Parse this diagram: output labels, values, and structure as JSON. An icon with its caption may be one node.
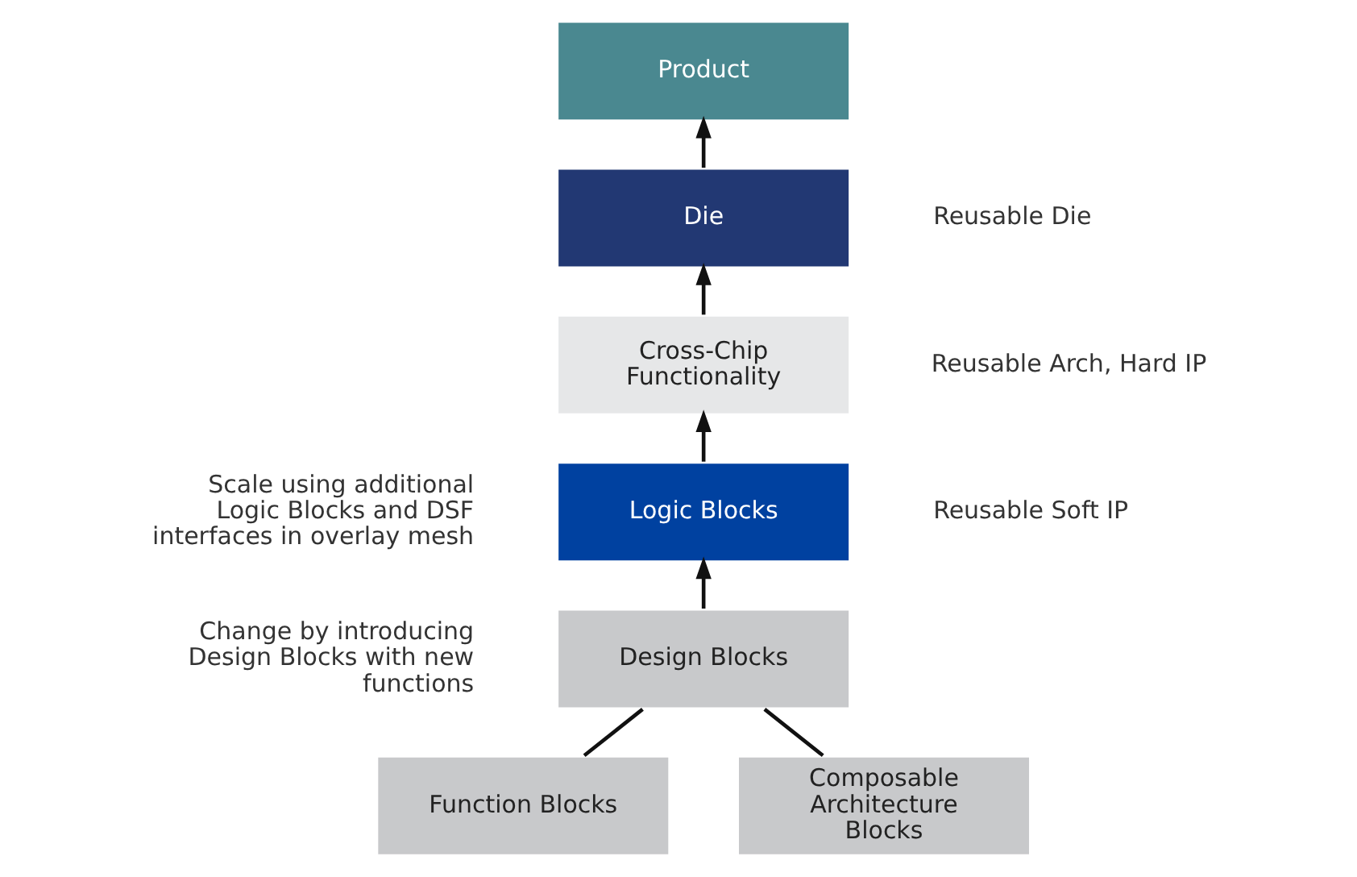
{
  "diagram": {
    "nodes": [
      {
        "text": [
          "Product"
        ]
      },
      {
        "text": [
          "Die"
        ]
      },
      {
        "text": [
          "Cross-Chip Functionality"
        ]
      },
      {
        "text": [
          "Logic Blocks"
        ]
      },
      {
        "text": [
          "Design Blocks"
        ]
      },
      {
        "text": [
          "Function Blocks"
        ]
      },
      {
        "text": [
          "Composable Architecture Blocks"
        ]
      }
    ],
    "edges": [
      {
        "from": 1,
        "to": 0,
        "arrow": "to"
      },
      {
        "from": 2,
        "to": 1,
        "arrow": "to"
      },
      {
        "from": 3,
        "to": 2,
        "arrow": "to"
      },
      {
        "from": 4,
        "to": 3,
        "arrow": "to"
      },
      {
        "from": 4,
        "to": 5,
        "arrow": "none"
      },
      {
        "from": 4,
        "to": 6,
        "arrow": "none"
      }
    ],
    "labels": [
      "Reusable Die",
      "Reusable Arch, Hard IP",
      "Reusable Soft IP",
      "Scale using additional Logic Blocks and DSF interfaces in overlay mesh",
      "Change by introducing Design Blocks with new functions"
    ]
  }
}
